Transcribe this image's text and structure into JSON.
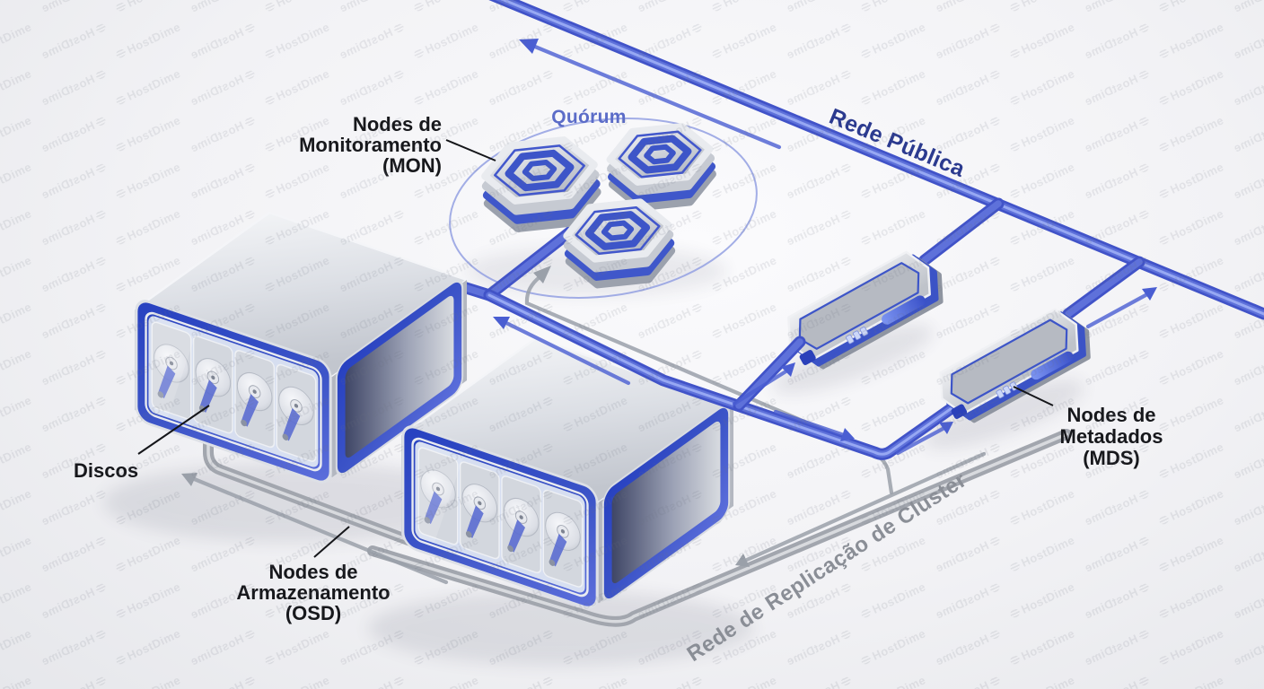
{
  "diagram": {
    "type": "storage-cluster-architecture",
    "labels": {
      "mon_label": [
        "Nodes de",
        "Monitoramento",
        "(MON)"
      ],
      "quorum": "Quórum",
      "public_network": "Rede Pública",
      "disks": "Discos",
      "osd_label": [
        "Nodes de",
        "Armazenamento",
        "(OSD)"
      ],
      "mds_label": [
        "Nodes de",
        "Metadados",
        "(MDS)"
      ],
      "cluster_network": "Rede de Replicação de Cluster"
    },
    "counts": {
      "monitor_nodes": 3,
      "storage_nodes": 2,
      "metadata_nodes": 2,
      "disks_per_storage_node": 4
    },
    "watermark": {
      "text": "HostDime",
      "icon": "hostdime-globe-icon"
    },
    "colors": {
      "accent_blue": "#3d55c8",
      "pipe_blue": "#4153c8",
      "network_text_blue": "#2b3a8f",
      "quorum_text_blue": "#5b6cc8",
      "pipe_gray": "#a2a6ae",
      "cluster_text_gray": "#8a8e96",
      "label_black": "#17181c"
    }
  }
}
